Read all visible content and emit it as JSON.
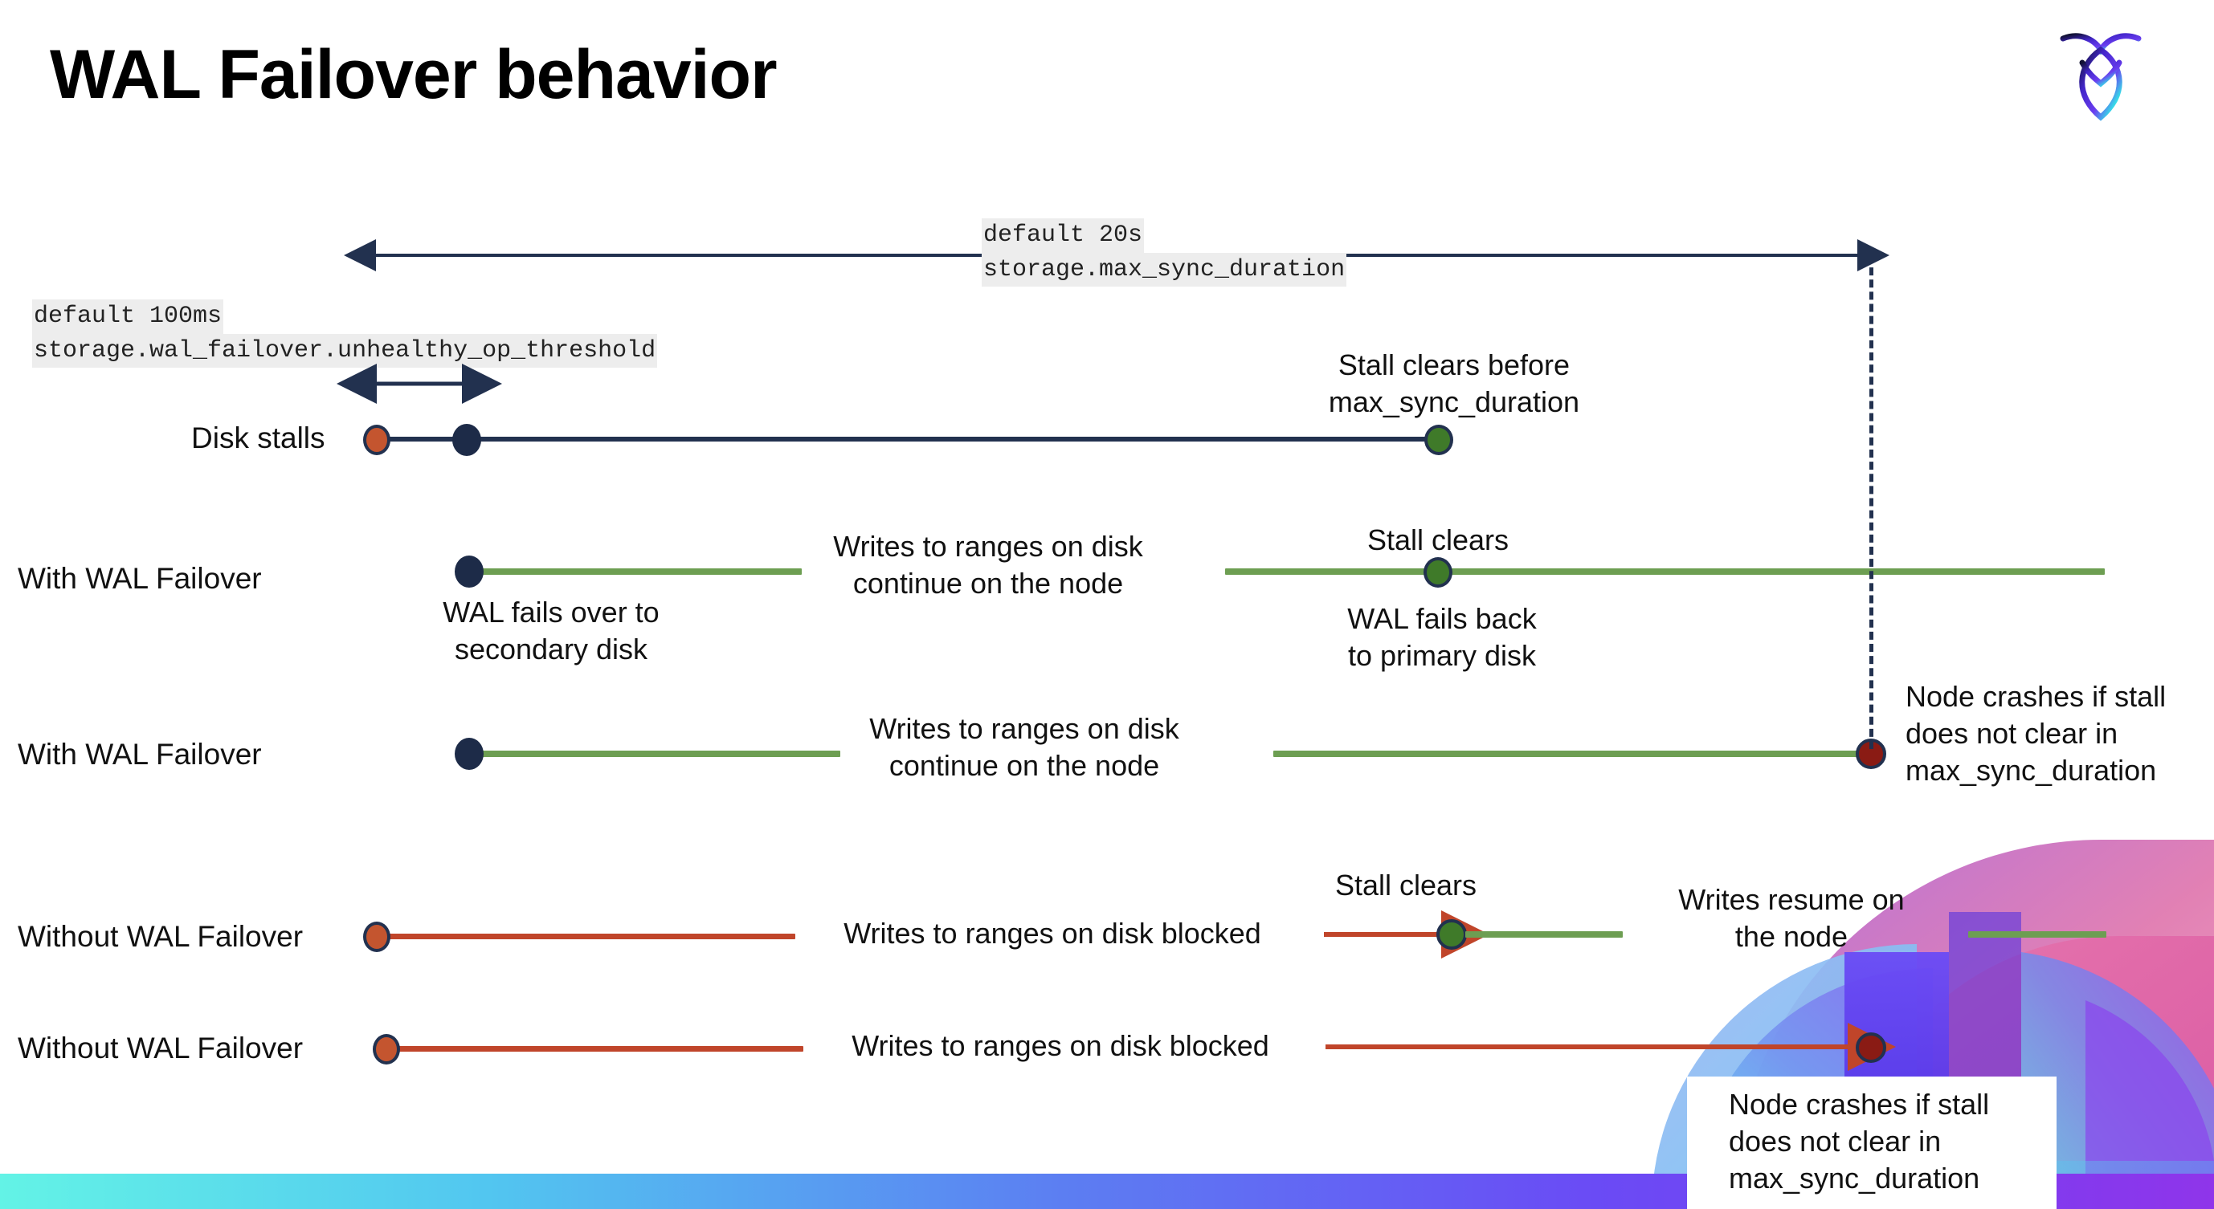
{
  "slide": {
    "title": "WAL Failover behavior",
    "logo_name": "cockroachdb-logo"
  },
  "annotations": {
    "top_setting": {
      "default": "default 20s",
      "name": "storage.max_sync_duration"
    },
    "left_setting": {
      "default": "default 100ms",
      "name": "storage.wal_failover.unhealthy_op_threshold"
    }
  },
  "rows": [
    {
      "label": "Disk stalls",
      "notes": [
        {
          "text_line1": "Stall clears before",
          "text_line2": "max_sync_duration"
        }
      ]
    },
    {
      "label": "With WAL Failover",
      "notes": [
        {
          "text_line1": "WAL fails over to",
          "text_line2": "secondary disk"
        },
        {
          "text_line1": "Writes to ranges on disk",
          "text_line2": "continue on the node"
        },
        {
          "text_line1": "Stall clears",
          "text_line2": ""
        },
        {
          "text_line1": "WAL fails  back",
          "text_line2": "to primary disk"
        }
      ]
    },
    {
      "label": "With WAL Failover",
      "notes": [
        {
          "text_line1": "Writes to ranges on disk",
          "text_line2": "continue on the node"
        },
        {
          "text_line1": "Node crashes if stall",
          "text_line2": "does not clear in",
          "text_line3": "max_sync_duration"
        }
      ]
    },
    {
      "label": "Without WAL Failover",
      "notes": [
        {
          "text_line1": "Writes to ranges on disk  blocked",
          "text_line2": ""
        },
        {
          "text_line1": "Stall clears",
          "text_line2": ""
        },
        {
          "text_line1": "Writes resume on",
          "text_line2": "the node"
        }
      ]
    },
    {
      "label": "Without WAL Failover",
      "notes": [
        {
          "text_line1": "Writes to ranges on disk  blocked",
          "text_line2": ""
        },
        {
          "text_line1": "Node crashes if stall",
          "text_line2": "does not clear in",
          "text_line3": "max_sync_duration"
        }
      ]
    }
  ],
  "labels": {
    "disk_stalls": "Disk stalls",
    "with_wal_1": "With WAL Failover",
    "with_wal_2": "With WAL Failover",
    "without_wal_1": "Without WAL Failover",
    "without_wal_2": "Without WAL Failover",
    "stall_clears_before_1": "Stall clears before",
    "stall_clears_before_2": "max_sync_duration",
    "wal_fails_over_1": "WAL fails over to",
    "wal_fails_over_2": "secondary disk",
    "writes_continue_a_1": "Writes to ranges on disk",
    "writes_continue_a_2": "continue on the node",
    "stall_clears_a": "Stall clears",
    "wal_fails_back_1": "WAL fails  back",
    "wal_fails_back_2": "to primary disk",
    "writes_continue_b_1": "Writes to ranges on disk",
    "writes_continue_b_2": "continue on the node",
    "node_crashes_a_1": "Node crashes if stall",
    "node_crashes_a_2": "does not clear in",
    "node_crashes_a_3": "max_sync_duration",
    "writes_blocked_a": "Writes to ranges on disk  blocked",
    "stall_clears_b": "Stall clears",
    "writes_resume_1": "Writes resume on",
    "writes_resume_2": "the node",
    "writes_blocked_b": "Writes to ranges on disk  blocked",
    "node_crashes_b_1": "Node crashes if stall",
    "node_crashes_b_2": "does not clear in",
    "node_crashes_b_3": "max_sync_duration"
  },
  "colors": {
    "navy": "#22314f",
    "green_line": "#6d9e52",
    "green_dot": "#3f7a29",
    "orange_line": "#c0452a",
    "orange_dot": "#c4552f",
    "dark_red_dot": "#8a1b14",
    "code_chip_bg": "#ededed",
    "title_color": "#000000"
  }
}
